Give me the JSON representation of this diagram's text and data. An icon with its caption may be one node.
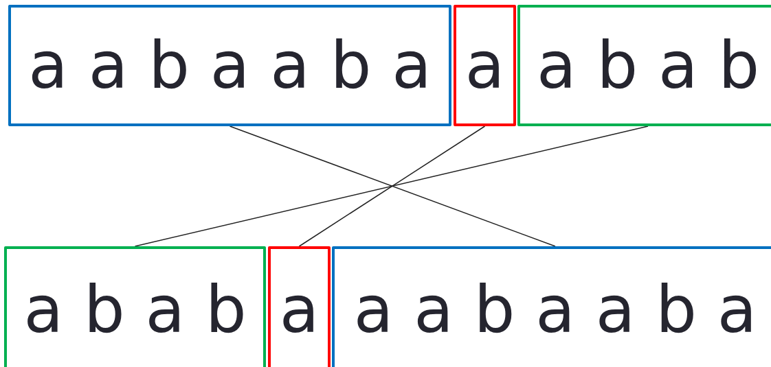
{
  "diagram": {
    "nodes": [
      {
        "text": [
          "a a b a a b a"
        ]
      },
      {
        "text": [
          "a"
        ]
      },
      {
        "text": [
          "a b a b"
        ]
      },
      {
        "text": [
          "a b a b"
        ]
      },
      {
        "text": [
          "a"
        ]
      },
      {
        "text": [
          "a a b a a b a"
        ]
      }
    ],
    "edges": [
      {
        "from": 0,
        "to": 5,
        "arrow": "none"
      },
      {
        "from": 1,
        "to": 4,
        "arrow": "none"
      },
      {
        "from": 2,
        "to": 3,
        "arrow": "none"
      }
    ]
  }
}
